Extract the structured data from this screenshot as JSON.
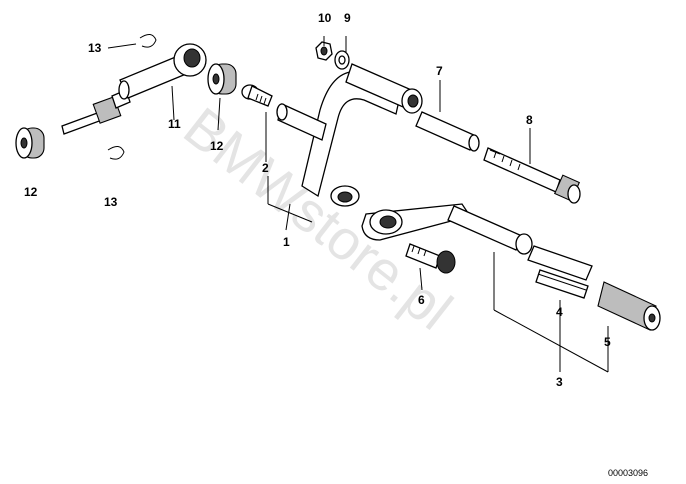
{
  "labels": {
    "l1": "1",
    "l2": "2",
    "l3": "3",
    "l4": "4",
    "l5": "5",
    "l6": "6",
    "l7": "7",
    "l8": "8",
    "l9": "9",
    "l10": "10",
    "l11": "11",
    "l12a": "12",
    "l12b": "12",
    "l13a": "13",
    "l13b": "13"
  },
  "diagram_code": "00003096",
  "watermark": "BMWstore.pl"
}
